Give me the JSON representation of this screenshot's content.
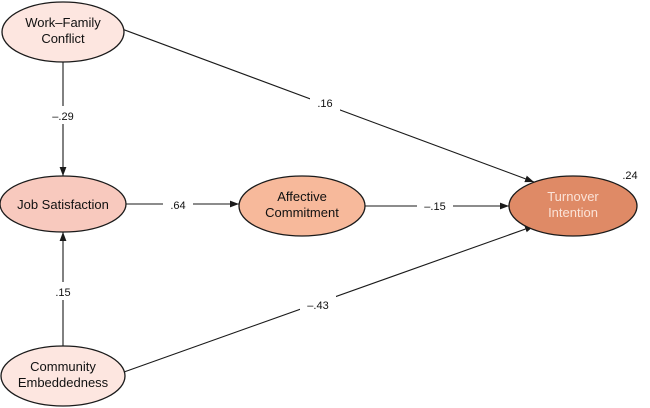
{
  "nodes": {
    "work_family_conflict": {
      "lines": [
        "Work–Family",
        "Conflict"
      ],
      "fill": "#fde6e0"
    },
    "job_satisfaction": {
      "lines": [
        "Job Satisfaction"
      ],
      "fill": "#f8c9be"
    },
    "community_embeddedness": {
      "lines": [
        "Community",
        "Embeddedness"
      ],
      "fill": "#fde6e0"
    },
    "affective_commitment": {
      "lines": [
        "Affective",
        "Commitment"
      ],
      "fill": "#f7b99b"
    },
    "turnover_intention": {
      "lines": [
        "Turnover",
        "Intention"
      ],
      "fill": "#df8a66"
    }
  },
  "paths": {
    "wfc_to_js": "–.29",
    "wfc_to_ti": ".16",
    "js_to_ac": ".64",
    "ac_to_ti": "–.15",
    "ce_to_js": ".15",
    "ce_to_ti": "–.43"
  },
  "r_squared": {
    "turnover_intention": ".24"
  }
}
